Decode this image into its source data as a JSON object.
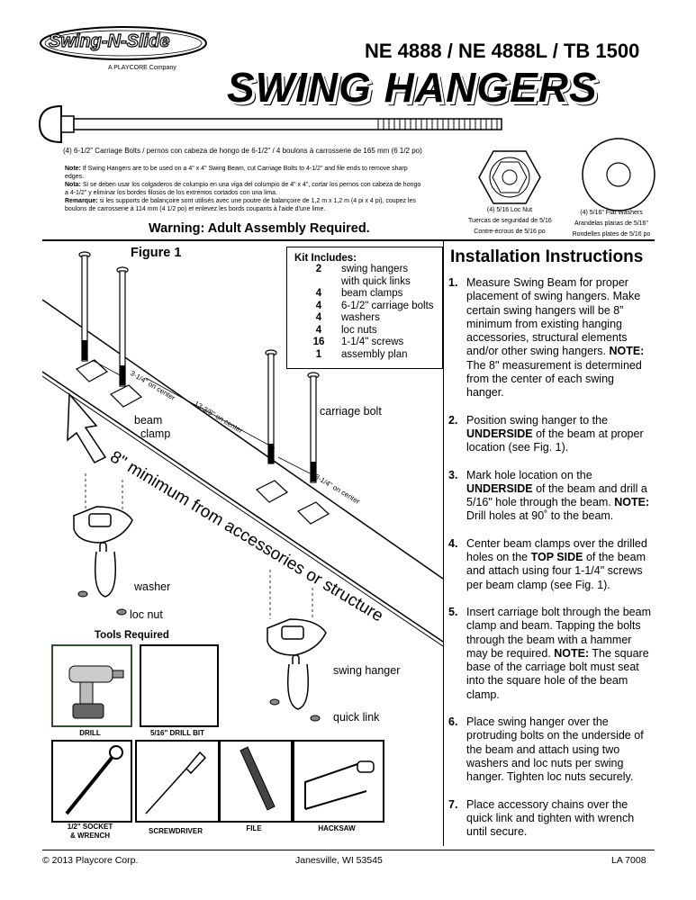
{
  "header": {
    "logo": "Swing-N-Slide",
    "logo_sub": "A PLAYCORE Company",
    "models": "NE 4888 / NE 4888L / TB 1500",
    "title": "SWING HANGERS"
  },
  "bolt_caption": "(4) 6-1/2\" Carriage Bolts / pernos con cabeza de hongo de 6-1/2\" / 4 boulons à carrosserie de 165 mm (6 1/2 po)",
  "notes": {
    "note_label": "Note:",
    "note": " If Swing Hangers are to be used on a 4\" x 4\" Swing Beam, cut Carriage Bolts to 4-1/2\" and file ends to remove sharp edges.",
    "nota_label": "Nota:",
    "nota": " Si se deben usar los colgaderos de columpio en una viga del columpio de 4\" x 4\", cortar los pernos con cabeza de hongo a 4-1/2\" y eliminar los bordes filosos de los extremos cortados con una lima.",
    "remarque_label": "Remarque:",
    "remarque": " si les supports de balançoire sont utilisés avec une poutre de balançoire de 1,2 m x 1,2 m (4 pi x 4 pi), coupez les boulons de carrosserie à 114 mm (4 1/2 po) et enlevez les bords coupants à l'aide d'une lime."
  },
  "locnut": {
    "line1": "(4) 5/16  Loc Nut",
    "line2": "Tuercas de seguridad de 5/16",
    "line3": "Contre-écrous de 5/16 po"
  },
  "washer": {
    "line1": "(4) 5/16\" Flat Washers",
    "line2": "Arandelas planas de 5/16\"",
    "line3": "Rondelles plates de 5/16 po"
  },
  "warning": "Warning: Adult Assembly Required.",
  "figure": {
    "title": "Figure 1",
    "dim1": "3-1/4\" on center",
    "dim2": "13-3/8\" on center",
    "dim3": "3-1/4\" on center",
    "minimum": "8\" minimum from accessories or structure",
    "labels": {
      "beam_clamp": "beam\n  clamp",
      "carriage_bolt": "carriage bolt",
      "washer": "washer",
      "loc_nut": "loc nut",
      "swing_hanger": "swing hanger",
      "quick_link": "quick link"
    }
  },
  "kit": {
    "title": "Kit Includes:",
    "items": [
      {
        "qty": "2",
        "desc": "swing hangers\nwith quick links"
      },
      {
        "qty": "4",
        "desc": "beam clamps"
      },
      {
        "qty": "4",
        "desc": "6-1/2\" carriage bolts"
      },
      {
        "qty": "4",
        "desc": "washers"
      },
      {
        "qty": "4",
        "desc": "loc nuts"
      },
      {
        "qty": "16",
        "desc": "1-1/4\" screws"
      },
      {
        "qty": "1",
        "desc": "assembly plan"
      }
    ]
  },
  "tools": {
    "title": "Tools Required",
    "drill": "DRILL",
    "drill_bit": "5/16\" DRILL BIT",
    "socket": "1/2\" SOCKET\n& WRENCH",
    "screwdriver": "SCREWDRIVER",
    "file": "FILE",
    "hacksaw": "HACKSAW"
  },
  "instructions": {
    "title": "Installation Instructions",
    "steps": [
      {
        "n": "1.",
        "html": "Measure Swing Beam for proper placement of swing hangers. Make certain swing hangers will be 8” minimum from existing hanging accessories, structural elements and/or other swing hangers. <b>NOTE:</b> The 8\" measurement is determined from the center of each swing hanger."
      },
      {
        "n": "2.",
        "html": "Position swing hanger to the <b>UNDERSIDE</b> of the beam at proper location (see Fig. 1)."
      },
      {
        "n": "3.",
        "html": "Mark hole location on the <b>UNDERSIDE</b> of the beam and drill a 5/16\" hole through the beam. <b>NOTE:</b> Drill holes at 90˚ to the beam."
      },
      {
        "n": "4.",
        "html": "Center beam clamps over the drilled holes on the <b>TOP SIDE</b> of the beam and attach using four 1-1/4\" screws per beam clamp (see Fig. 1)."
      },
      {
        "n": "5.",
        "html": "Insert carriage bolt through the beam clamp and beam. Tapping the bolts through the beam with a hammer may be required. <b>NOTE:</b> The square base of the carriage bolt must seat into the square hole of the beam clamp."
      },
      {
        "n": "6.",
        "html": "Place swing hanger over the protruding bolts on the underside of the beam and attach using two washers and loc nuts per swing hanger. Tighten loc nuts securely."
      },
      {
        "n": "7.",
        "html": "Place accessory chains over the quick link and tighten with wrench until secure."
      }
    ]
  },
  "footer": {
    "copyright": "© 2013 Playcore Corp.",
    "address": "Janesville, WI 53545",
    "code": "LA 7008"
  }
}
